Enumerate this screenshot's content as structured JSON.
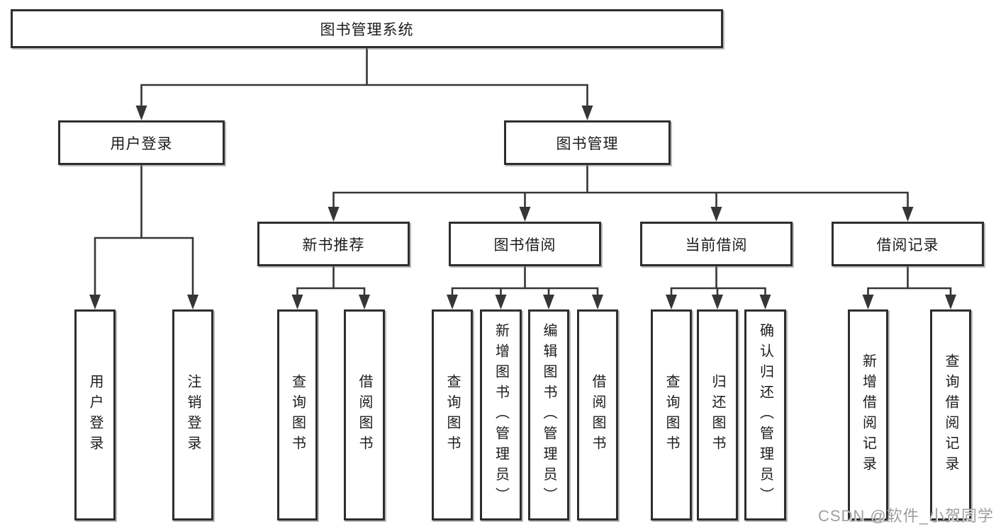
{
  "colors": {
    "line": "#363636",
    "border": "#2e2e2e",
    "background": "#ffffff",
    "text": "#1c1c1c",
    "watermark": "#9e9e9e"
  },
  "tree": {
    "root": {
      "label": "图书管理系统",
      "children": [
        {
          "label": "用户登录",
          "children": [
            {
              "label": "用户登录"
            },
            {
              "label": "注销登录"
            }
          ]
        },
        {
          "label": "图书管理",
          "children": [
            {
              "label": "新书推荐",
              "children": [
                {
                  "label": "查询图书"
                },
                {
                  "label": "借阅图书"
                }
              ]
            },
            {
              "label": "图书借阅",
              "children": [
                {
                  "label": "查询图书"
                },
                {
                  "label": "新增图书（管理员）"
                },
                {
                  "label": "编辑图书（管理员）"
                },
                {
                  "label": "借阅图书"
                }
              ]
            },
            {
              "label": "当前借阅",
              "children": [
                {
                  "label": "查询图书"
                },
                {
                  "label": "归还图书"
                },
                {
                  "label": "确认归还（管理员）"
                }
              ]
            },
            {
              "label": "借阅记录",
              "children": [
                {
                  "label": "新增借阅记录"
                },
                {
                  "label": "查询借阅记录"
                }
              ]
            }
          ]
        }
      ]
    }
  },
  "watermark": {
    "text": "CSDN @软件_小贺同学"
  }
}
